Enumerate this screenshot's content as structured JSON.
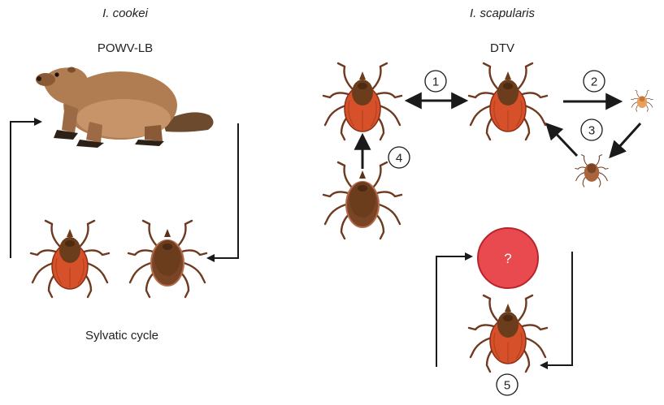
{
  "left_panel": {
    "species": "I. cookei",
    "virus": "POWV-LB",
    "cycle_label": "Sylvatic cycle"
  },
  "right_panel": {
    "species": "I. scapularis",
    "virus": "DTV",
    "unknown_host": "?"
  },
  "steps": [
    "1",
    "2",
    "3",
    "4",
    "5"
  ],
  "colors": {
    "arrow": "#1a1a1a",
    "tick_scutum": "#6b3d1c",
    "tick_body_red": "#d6512a",
    "tick_body_brown": "#7a4526",
    "tick_legs": "#6e3a1f",
    "groundhog_fur": "#b07c52",
    "unknown_host_fill": "#e84a4f"
  }
}
